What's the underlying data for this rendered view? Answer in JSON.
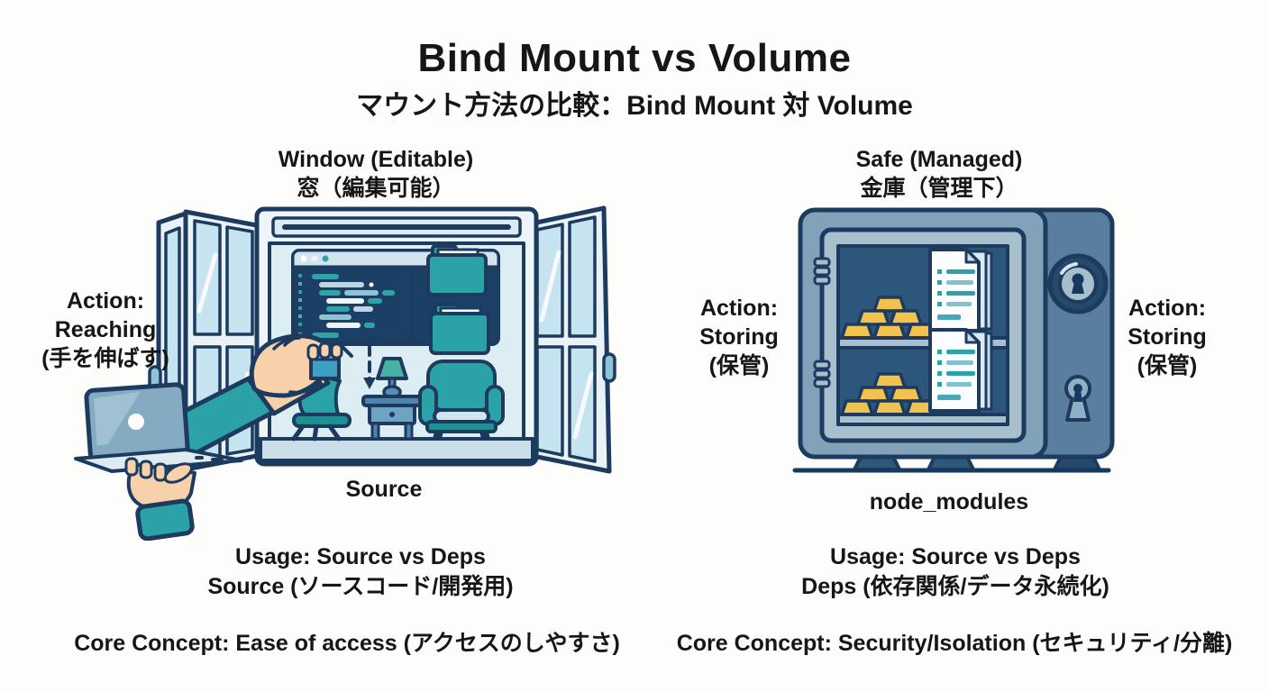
{
  "header": {
    "title": "Bind Mount vs Volume",
    "subtitle": "マウント方法の比較：Bind Mount 対 Volume"
  },
  "bind_mount": {
    "heading_en": "Window (Editable)",
    "heading_ja": "窓（編集可能）",
    "action": {
      "line1": "Action:",
      "line2": "Reaching",
      "line3": "(手を伸ばす)"
    },
    "caption": "Source",
    "usage_line1": "Usage: Source vs Deps",
    "usage_line2": "Source (ソースコード/開発用)",
    "core_concept": "Core Concept: Ease of access (アクセスのしやすさ)"
  },
  "volume": {
    "heading_en": "Safe (Managed)",
    "heading_ja": "金庫（管理下）",
    "action_left": {
      "line1": "Action:",
      "line2": "Storing",
      "line3": "(保管)"
    },
    "action_right": {
      "line1": "Action:",
      "line2": "Storing",
      "line3": "(保管)"
    },
    "caption": "node_modules",
    "usage_line1": "Usage: Source vs Deps",
    "usage_line2": "Deps (依存関係/データ永続化)",
    "core_concept": "Core Concept: Security/Isolation (セキュリティ/分離)"
  },
  "illustrations": {
    "bind_mount": "open-window-with-laptop-and-hand-reaching-in",
    "volume": "open-safe-with-gold-bars-and-documents"
  },
  "colors": {
    "background": "#fdfdfb",
    "text": "#161616",
    "outline_navy": "#1d3a5f",
    "teal_accent": "#2ba3a6",
    "glass_blue": "#c6e3f0",
    "editor_dark": "#1c3f66",
    "gold": "#f2c24e",
    "safe_body": "#82a2ba",
    "skin": "#f7d1a9"
  }
}
